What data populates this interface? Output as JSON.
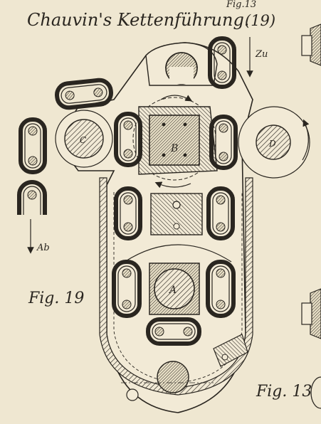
{
  "header": {
    "top_cropped": "Fig.13",
    "title": "Chauvin's Kettenführung.",
    "title_number": "(19)"
  },
  "labels": {
    "zu": "Zu",
    "ab": "Ab",
    "b": "B",
    "c": "C",
    "d": "D",
    "a": "A"
  },
  "figures": {
    "left": "Fig. 19",
    "right": "Fig. 13"
  },
  "colors": {
    "paper": "#efe7d1",
    "ink": "#2a2620"
  }
}
